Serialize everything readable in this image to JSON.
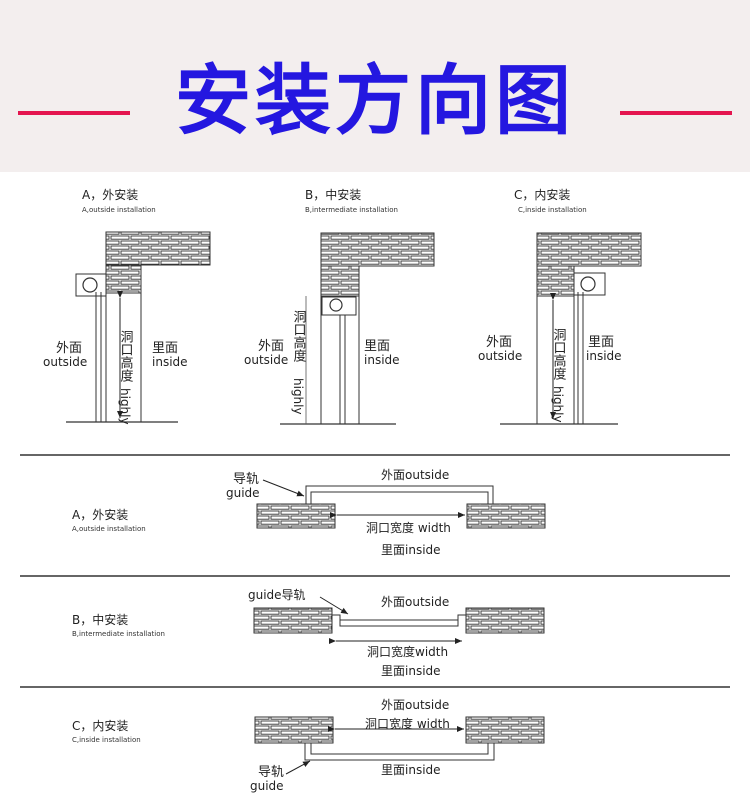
{
  "header": {
    "title": "安装方向图"
  },
  "elevations": [
    {
      "title_cn": "A，外安装",
      "title_en": "A,outside installation",
      "outside_cn": "外面",
      "outside_en": "outside",
      "inside_cn": "里面",
      "inside_en": "inside",
      "height_cn": "洞口高度",
      "height_en": "highly"
    },
    {
      "title_cn": "B，中安装",
      "title_en": "B,intermediate installation",
      "outside_cn": "外面",
      "outside_en": "outside",
      "inside_cn": "里面",
      "inside_en": "inside",
      "height_cn": "洞口高度",
      "height_en": "highly"
    },
    {
      "title_cn": "C，内安装",
      "title_en": "C,inside installation",
      "outside_cn": "外面",
      "outside_en": "outside",
      "inside_cn": "里面",
      "inside_en": "inside",
      "height_cn": "洞口高度",
      "height_en": "highly"
    }
  ],
  "plans": [
    {
      "title_cn": "A，外安装",
      "title_en": "A,outside installation",
      "guide_cn": "导轨",
      "guide_en": "guide",
      "outside": "外面outside",
      "width": "洞口宽度 width",
      "inside": "里面inside"
    },
    {
      "title_cn": "B，中安装",
      "title_en": "B,intermediate installation",
      "guide": "guide导轨",
      "outside": "外面outside",
      "width": "洞口宽度width",
      "inside": "里面inside"
    },
    {
      "title_cn": "C，内安装",
      "title_en": "C,inside installation",
      "guide_cn": "导轨",
      "guide_en": "guide",
      "outside": "外面outside",
      "width": "洞口宽度 width",
      "inside": "里面inside"
    }
  ]
}
